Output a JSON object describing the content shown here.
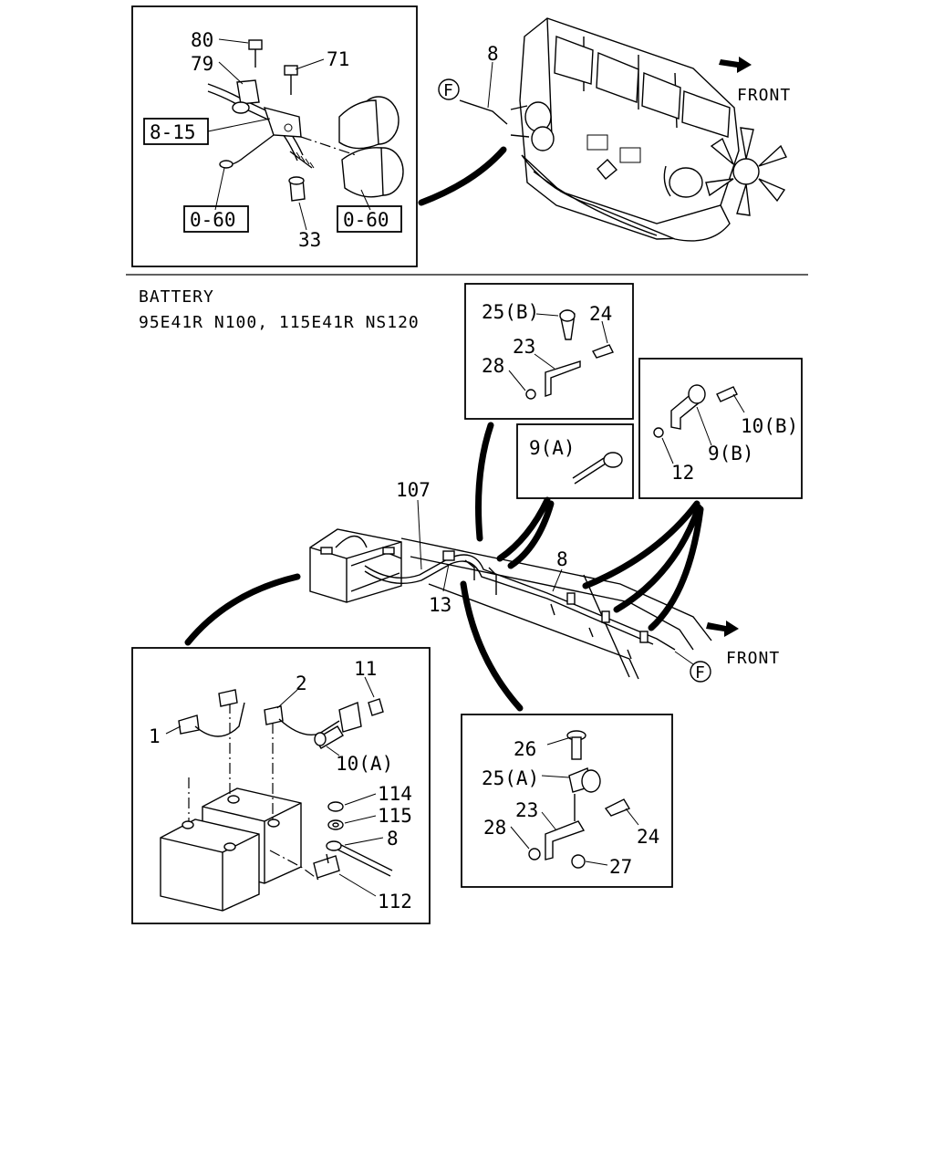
{
  "section": {
    "title": "BATTERY",
    "spec": "95E41R N100, 115E41R NS120"
  },
  "markers": {
    "front_upper": "FRONT",
    "front_lower": "FRONT",
    "connector_f_upper": "F",
    "connector_f_lower": "F"
  },
  "callouts": {
    "p80": "80",
    "p79": "79",
    "p71": "71",
    "ref_8_15": "8-15",
    "ref_0_60_left": "0-60",
    "ref_0_60_right": "0-60",
    "p33": "33",
    "p8_top": "8",
    "p25b": "25(B)",
    "p24_top": "24",
    "p23_top": "23",
    "p28_top": "28",
    "p9a": "9(A)",
    "p10b": "10(B)",
    "p9b": "9(B)",
    "p12": "12",
    "p107": "107",
    "p8_mid": "8",
    "p13": "13",
    "p1": "1",
    "p2": "2",
    "p11": "11",
    "p10a": "10(A)",
    "p114": "114",
    "p115": "115",
    "p8_bottom": "8",
    "p112": "112",
    "p26": "26",
    "p25a": "25(A)",
    "p23_bottom": "23",
    "p28_bottom": "28",
    "p24_bottom": "24",
    "p27": "27"
  }
}
